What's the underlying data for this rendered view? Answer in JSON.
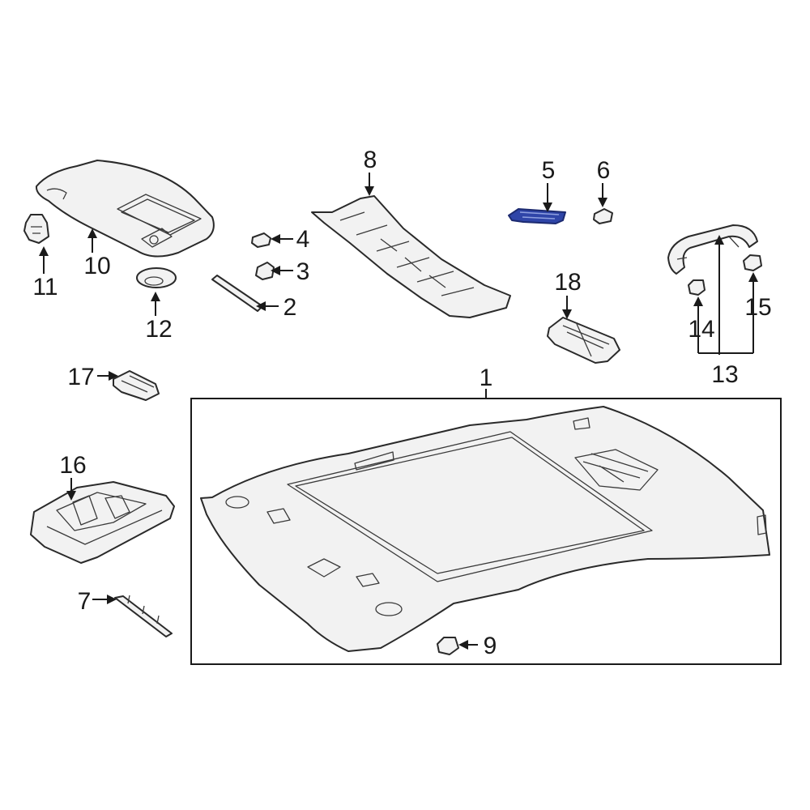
{
  "diagram": {
    "highlight_color": "#2f45a8",
    "callouts": {
      "p1": "1",
      "p2": "2",
      "p3": "3",
      "p4": "4",
      "p5": "5",
      "p6": "6",
      "p7": "7",
      "p8": "8",
      "p9": "9",
      "p10": "10",
      "p11": "11",
      "p12": "12",
      "p13": "13",
      "p14": "14",
      "p15": "15",
      "p16": "16",
      "p17": "17",
      "p18": "18"
    }
  }
}
